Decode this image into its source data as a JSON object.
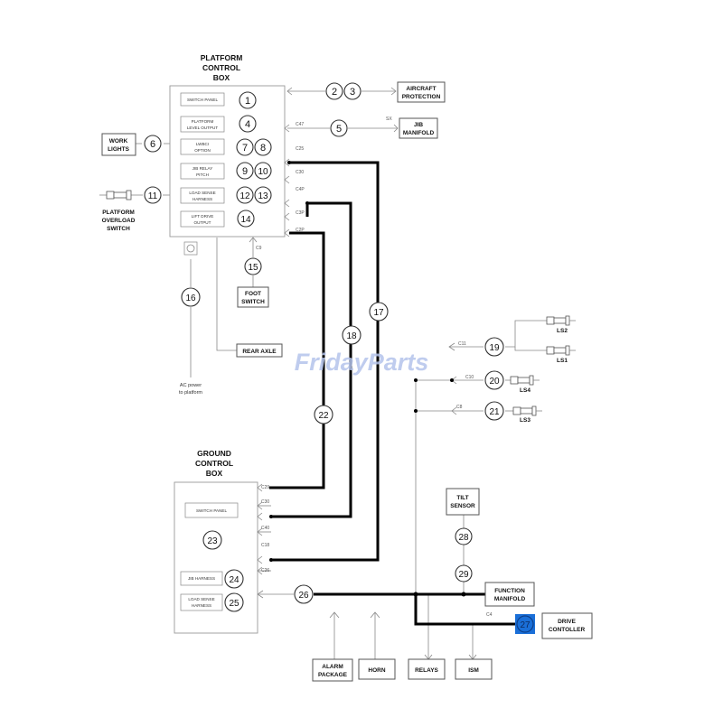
{
  "platform_box": {
    "title1": "PLATFORM",
    "title2": "CONTROL",
    "title3": "BOX"
  },
  "ground_box": {
    "title1": "GROUND",
    "title2": "CONTROL",
    "title3": "BOX"
  },
  "platform_items": {
    "switch_panel": "SWITCH PANEL",
    "level_output1": "PLATFORM",
    "level_output2": "LEVEL OUTPUT",
    "lwbci1": "LWBCI",
    "lwbci2": "OPTION",
    "jib_relay1": "JIB RELAY",
    "jib_relay2": "PITCH",
    "load_sense1": "LOAD SENSE",
    "load_sense2": "HARNESS",
    "lift_drive1": "LIFT DRIVE",
    "lift_drive2": "OUTPUT"
  },
  "ground_items": {
    "switch_panel": "SWITCH PANEL",
    "jib_harness": "JIB HARNESS",
    "load_sense1": "LOAD SENSE",
    "load_sense2": "HARNESS"
  },
  "labels": {
    "aircraft1": "AIRCRAFT",
    "aircraft2": "PROTECTION",
    "jib1": "JIB",
    "jib2": "MANIFOLD",
    "work1": "WORK",
    "work2": "LIGHTS",
    "overload1": "PLATFORM",
    "overload2": "OVERLOAD",
    "overload3": "SWITCH",
    "foot1": "FOOT",
    "foot2": "SWITCH",
    "rear_axle": "REAR AXLE",
    "ac1": "AC power",
    "ac2": "to platform",
    "ls1": "LS1",
    "ls2": "LS2",
    "ls3": "LS3",
    "ls4": "LS4",
    "tilt1": "TILT",
    "tilt2": "SENSOR",
    "function1": "FUNCTION",
    "function2": "MANIFOLD",
    "drive1": "DRIVE",
    "drive2": "CONTOLLER",
    "alarm1": "ALARM",
    "alarm2": "PACKAGE",
    "horn": "HORN",
    "relays": "RELAYS",
    "ism": "ISM",
    "sx": "SX",
    "watermark": "FridayParts"
  },
  "connectors": {
    "c47": "C47",
    "c25": "C25",
    "c30": "C30",
    "c4p": "C4P",
    "c3p": "C3P",
    "c2p": "C2P",
    "c9": "C9",
    "c11": "C11",
    "c10": "C10",
    "c8": "C8",
    "g_c29": "C29",
    "g_c30": "C30",
    "g_c40": "C40",
    "g_c18": "C18",
    "g_c26": "C26",
    "g_c4": "C4"
  },
  "numbers": {
    "n1": "1",
    "n2": "2",
    "n3": "3",
    "n4": "4",
    "n5": "5",
    "n6": "6",
    "n7": "7",
    "n8": "8",
    "n9": "9",
    "n10": "10",
    "n11": "11",
    "n12": "12",
    "n13": "13",
    "n14": "14",
    "n15": "15",
    "n16": "16",
    "n17": "17",
    "n18": "18",
    "n19": "19",
    "n20": "20",
    "n21": "21",
    "n22": "22",
    "n23": "23",
    "n24": "24",
    "n25": "25",
    "n26": "26",
    "n27": "27",
    "n28": "28",
    "n29": "29"
  },
  "colors": {
    "highlight": "#1a6fd8",
    "watermark": "#b4c4ec",
    "wire": "#000000"
  }
}
